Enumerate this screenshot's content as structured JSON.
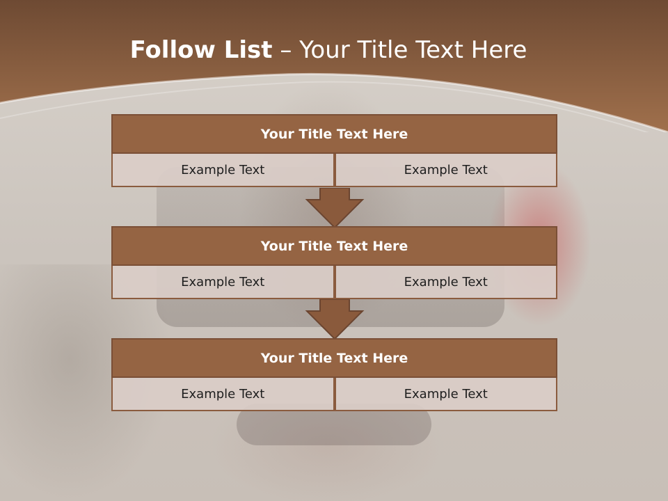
{
  "slide": {
    "title_bold": "Follow List",
    "title_rest": " – Your Title Text Here"
  },
  "list": [
    {
      "title": "Your Title Text Here",
      "left": "Example Text",
      "right": "Example Text"
    },
    {
      "title": "Your Title Text Here",
      "left": "Example Text",
      "right": "Example Text"
    },
    {
      "title": "Your Title Text Here",
      "left": "Example Text",
      "right": "Example Text"
    }
  ],
  "colors": {
    "header_fill": "#956443",
    "arrow_fill": "#8a5a3c",
    "band_top": "#6e4a33",
    "band_bottom": "#a0704c"
  }
}
